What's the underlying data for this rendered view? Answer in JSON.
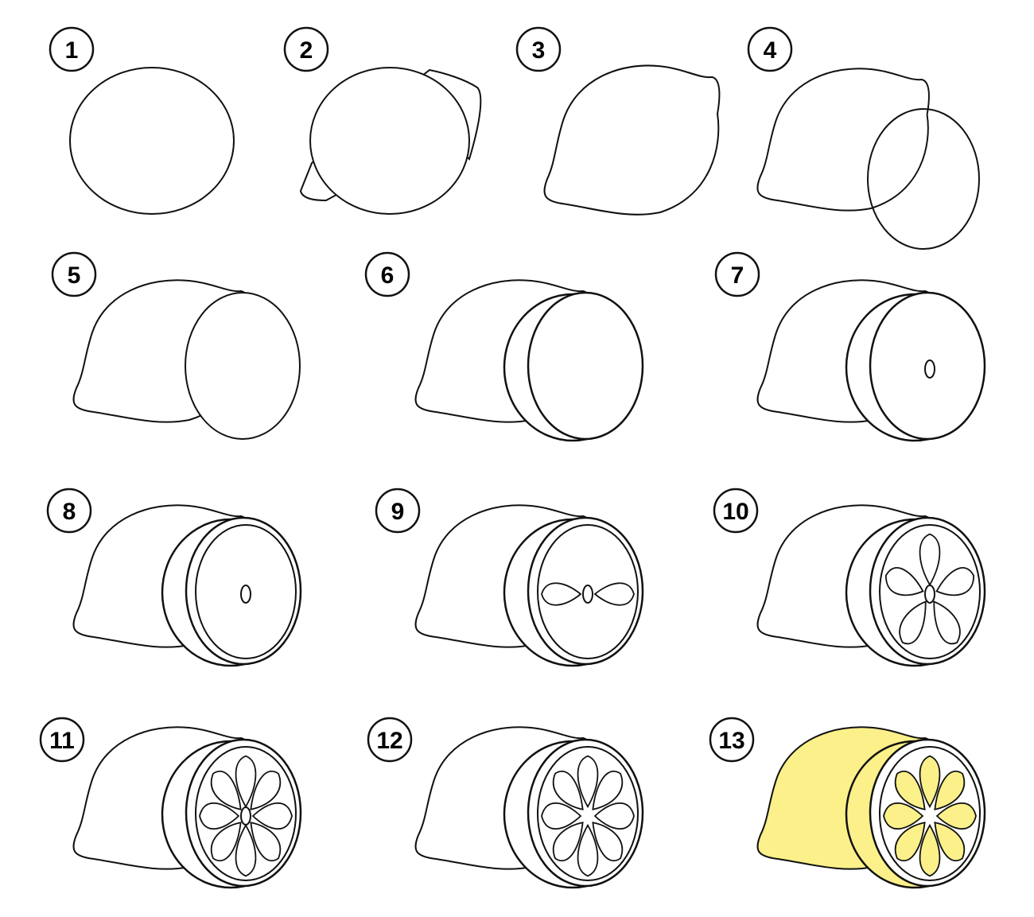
{
  "title": "How to draw a lemon - step by step",
  "steps": [
    {
      "label": "1",
      "stage": 1
    },
    {
      "label": "2",
      "stage": 2
    },
    {
      "label": "3",
      "stage": 3
    },
    {
      "label": "4",
      "stage": 4
    },
    {
      "label": "5",
      "stage": 5
    },
    {
      "label": "6",
      "stage": 6
    },
    {
      "label": "7",
      "stage": 7
    },
    {
      "label": "8",
      "stage": 8
    },
    {
      "label": "9",
      "stage": 9
    },
    {
      "label": "10",
      "stage": 10
    },
    {
      "label": "11",
      "stage": 11
    },
    {
      "label": "12",
      "stage": 12
    },
    {
      "label": "13",
      "stage": 13
    }
  ],
  "colors": {
    "line": "#111111",
    "lemon_fill": "#fbf08a",
    "background": "#ffffff"
  }
}
